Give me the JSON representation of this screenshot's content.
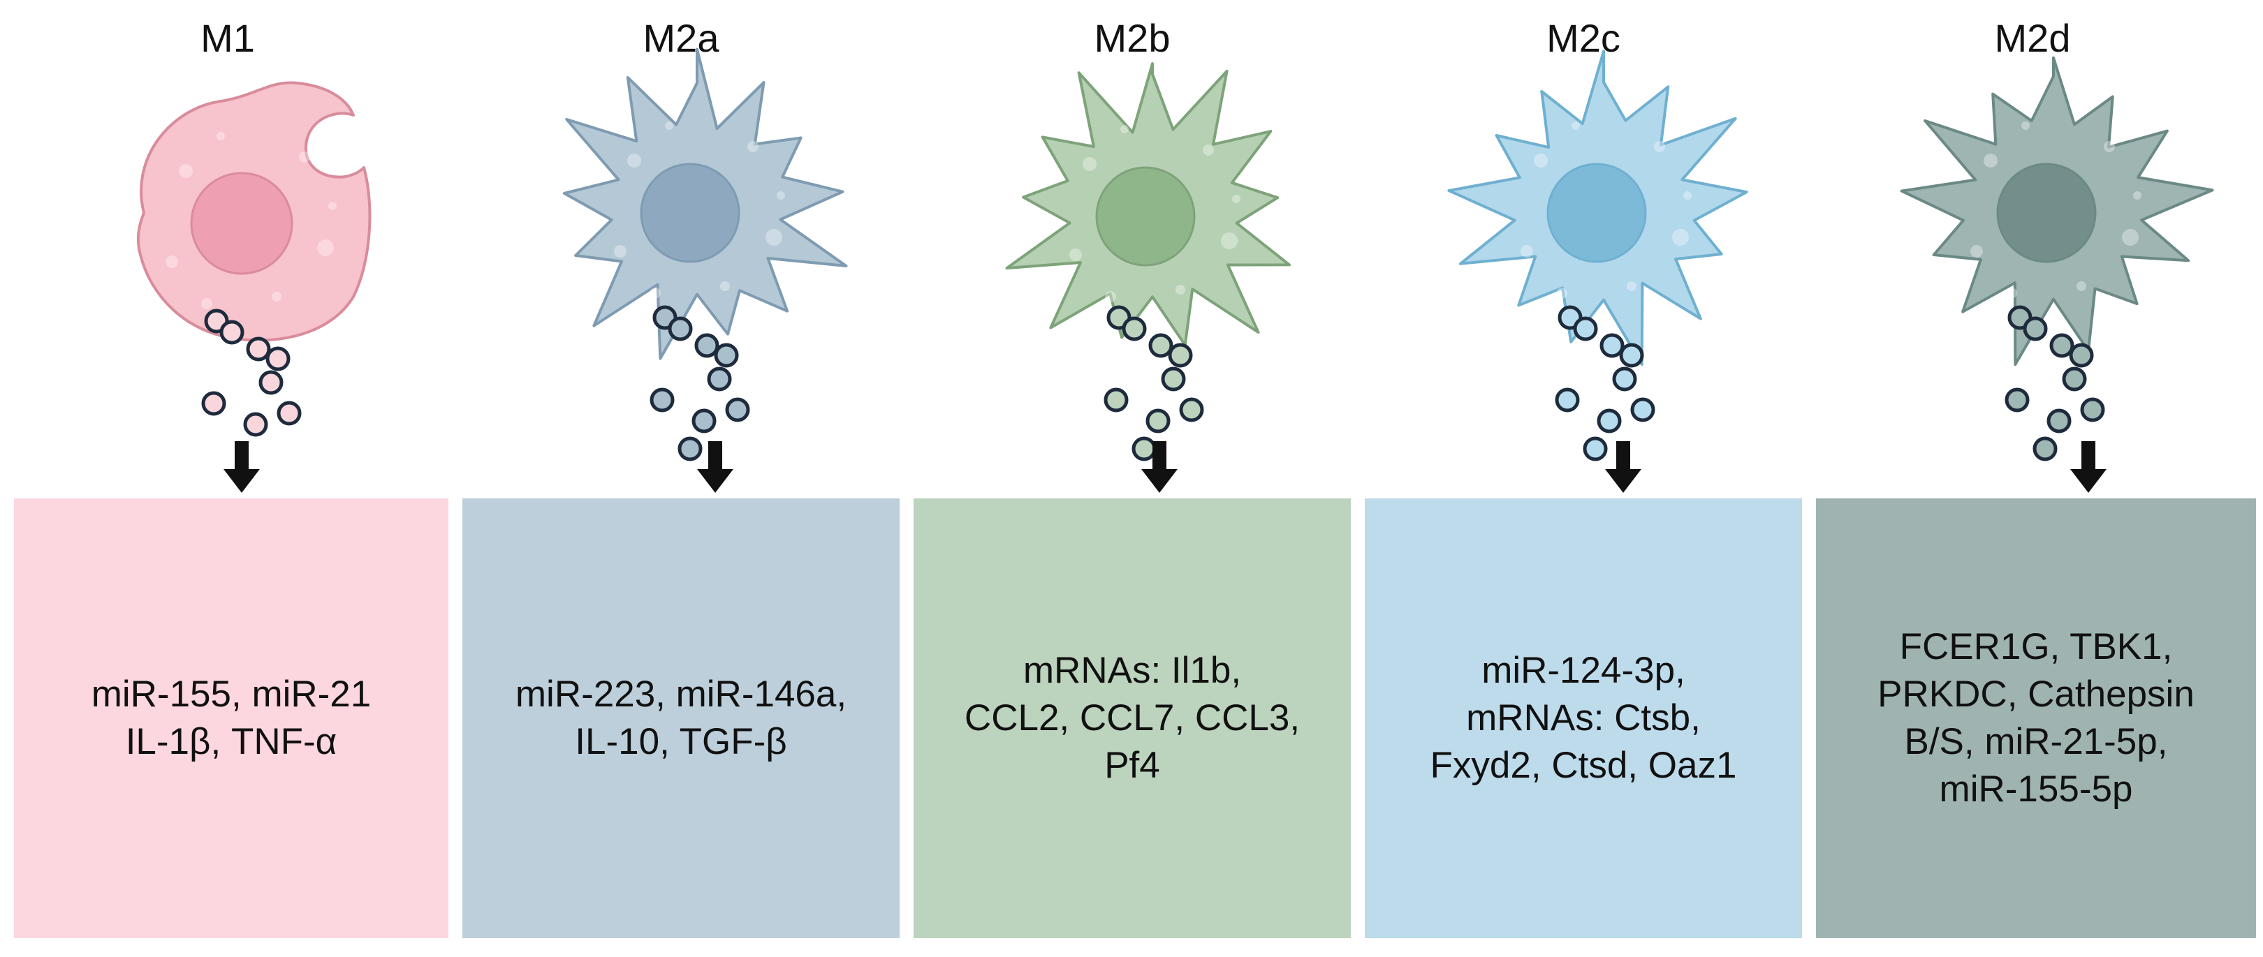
{
  "types": [
    {
      "id": "m1",
      "title": "M1",
      "cell_shape": "bean",
      "cell_fill": "#f7c3cc",
      "cell_stroke": "#d98c9b",
      "nucleus_fill": "#ef9fb2",
      "vesicle_fill": "#f9d6dc",
      "box_fill": "#fdd7df",
      "markers": [
        "miR-155, miR-21",
        "IL-1β, TNF-α"
      ]
    },
    {
      "id": "m2a",
      "title": "M2a",
      "cell_shape": "spiky",
      "cell_fill": "#b4c8d6",
      "cell_stroke": "#7e9bb1",
      "nucleus_fill": "#8ea9bf",
      "vesicle_fill": "#a9c0cc",
      "box_fill": "#bccfda",
      "markers": [
        "miR-223, miR-146a,",
        "IL-10, TGF-β"
      ]
    },
    {
      "id": "m2b",
      "title": "M2b",
      "cell_shape": "spiky",
      "cell_fill": "#b6d0b3",
      "cell_stroke": "#7ea37a",
      "nucleus_fill": "#8fb58b",
      "vesicle_fill": "#bdd3bd",
      "box_fill": "#bcd3bd",
      "markers": [
        "mRNAs: Il1b,",
        "CCL2, CCL7, CCL3,",
        "Pf4"
      ]
    },
    {
      "id": "m2c",
      "title": "M2c",
      "cell_shape": "spiky",
      "cell_fill": "#b2d8eb",
      "cell_stroke": "#6fb0d1",
      "nucleus_fill": "#7dbad8",
      "vesicle_fill": "#b7dcee",
      "box_fill": "#bddbeb",
      "markers": [
        "miR-124-3p,",
        "mRNAs: Ctsb,",
        "Fxyd2, Ctsd, Oaz1"
      ]
    },
    {
      "id": "m2d",
      "title": "M2d",
      "cell_shape": "spiky",
      "cell_fill": "#9fb5b2",
      "cell_stroke": "#6b8985",
      "nucleus_fill": "#748f8b",
      "vesicle_fill": "#9fb8b3",
      "box_fill": "#9fb4b1",
      "markers": [
        "FCER1G, TBK1,",
        "PRKDC, Cathepsin",
        "B/S, miR-21-5p,",
        "miR-155-5p"
      ]
    }
  ],
  "colors": {
    "arrow": "#111111",
    "vesicle_stroke": "#1e2b3c",
    "background": "#ffffff"
  }
}
